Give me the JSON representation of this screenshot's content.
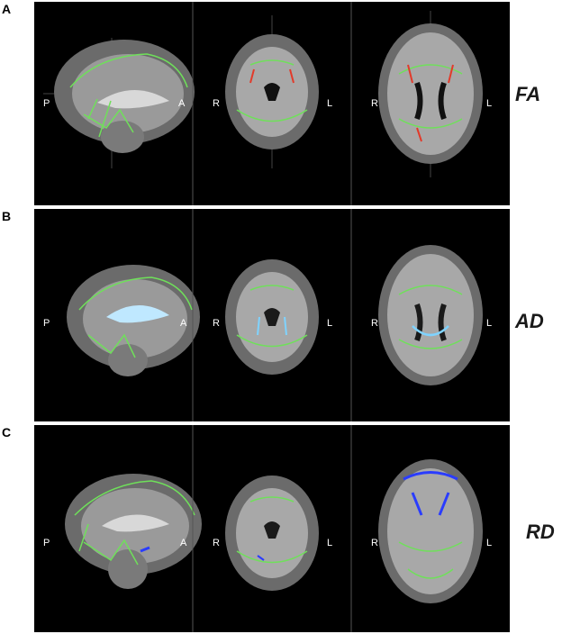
{
  "panels": [
    {
      "letter": "A",
      "metric": "FA",
      "sagittal": {
        "left": "P",
        "right": "A"
      },
      "coronal": {
        "left": "R",
        "right": "L"
      },
      "axial": {
        "left": "R",
        "right": "L"
      },
      "highlight_color": "#e23a2a"
    },
    {
      "letter": "B",
      "metric": "AD",
      "sagittal": {
        "left": "P",
        "right": "A"
      },
      "coronal": {
        "left": "R",
        "right": "L"
      },
      "axial": {
        "left": "R",
        "right": "L"
      },
      "highlight_color": "#7fd3ff"
    },
    {
      "letter": "C",
      "metric": "RD",
      "sagittal": {
        "left": "P",
        "right": "A"
      },
      "coronal": {
        "left": "R",
        "right": "L"
      },
      "axial": {
        "left": "R",
        "right": "L"
      },
      "highlight_color": "#2a3cff"
    }
  ],
  "colors": {
    "tract": "#6fe05a",
    "background": "#000000"
  }
}
